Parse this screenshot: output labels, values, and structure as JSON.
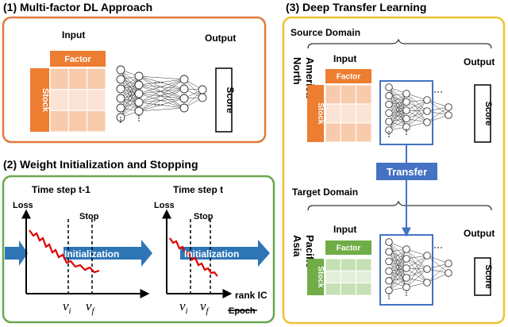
{
  "panels": {
    "p1": {
      "title": "(1)  Multi-factor DL Approach",
      "color": "#e07a3c"
    },
    "p2": {
      "title": "(2) Weight Initialization and Stopping",
      "color": "#6aa84f"
    },
    "p3": {
      "title": "(3)  Deep Transfer Learning",
      "color": "#f1c232"
    }
  },
  "p1": {
    "input": "Input",
    "output": "Output",
    "factor": "Factor",
    "stock": "Stock",
    "score": "Score"
  },
  "p2": {
    "left": {
      "title": "Time step t-1",
      "loss": "Loss",
      "stop": "Stop",
      "arrow": "Initialization",
      "vi": "v",
      "vi_sub": "i",
      "vf": "v",
      "vf_sub": "f"
    },
    "right": {
      "title": "Time step t",
      "loss": "Loss",
      "stop": "Stop",
      "arrow": "Initialization",
      "vi": "v",
      "vi_sub": "i",
      "vf": "v",
      "vf_sub": "f",
      "xlabel": "rank IC",
      "xlabel_struck": "Epoch"
    }
  },
  "p3": {
    "source": "Source Domain",
    "target": "Target Domain",
    "region_top": [
      "North",
      "America"
    ],
    "region_bottom": [
      "Asia",
      "Pacific"
    ],
    "transfer": "Transfer",
    "top": {
      "input": "Input",
      "output": "Output",
      "factor": "Factor",
      "stock": "Stock",
      "score": "Score"
    },
    "bottom": {
      "input": "Input",
      "output": "Output",
      "factor": "Factor",
      "stock": "Stock",
      "score": "Score"
    }
  },
  "colors": {
    "orange": "#ed7d31",
    "orange_light": "#f8cbad",
    "orange_lighter": "#fbe4d5",
    "green": "#70ad47",
    "green_light": "#c5e0b4",
    "green_lighter": "#e2efda",
    "blue": "#4472c4",
    "arrow_blue": "#2e75b6",
    "red": "#e00000"
  }
}
